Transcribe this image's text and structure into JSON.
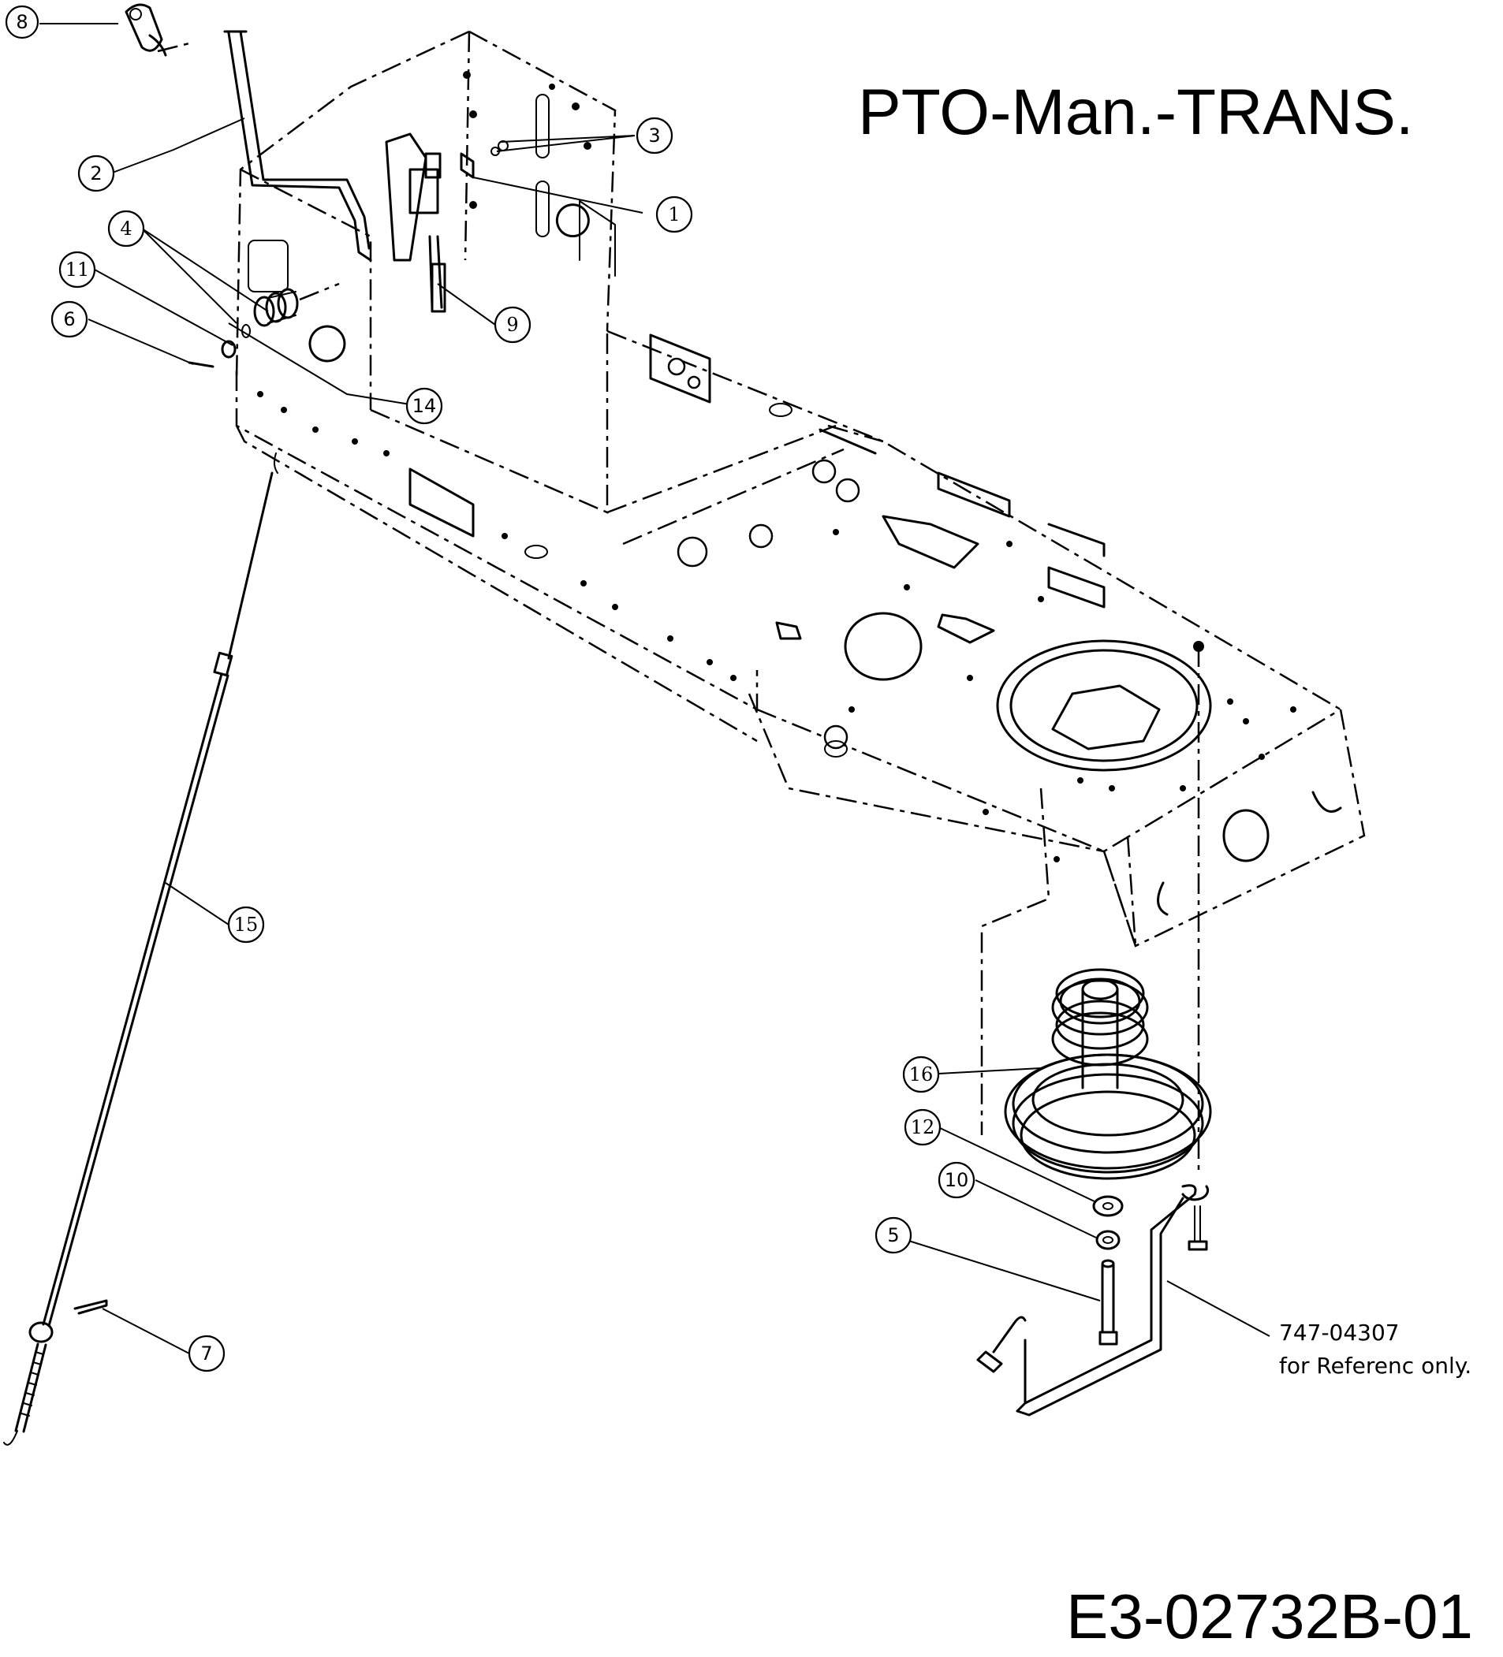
{
  "title": "PTO-Man.-TRANS.",
  "drawing_code": "E3-02732B-01",
  "reference_note": {
    "part_number": "747-04307",
    "text": "for Referenc only."
  },
  "callouts": [
    "8",
    "2",
    "3",
    "1",
    "4",
    "11",
    "6",
    "9",
    "14",
    "15",
    "16",
    "12",
    "10",
    "5",
    "7"
  ]
}
